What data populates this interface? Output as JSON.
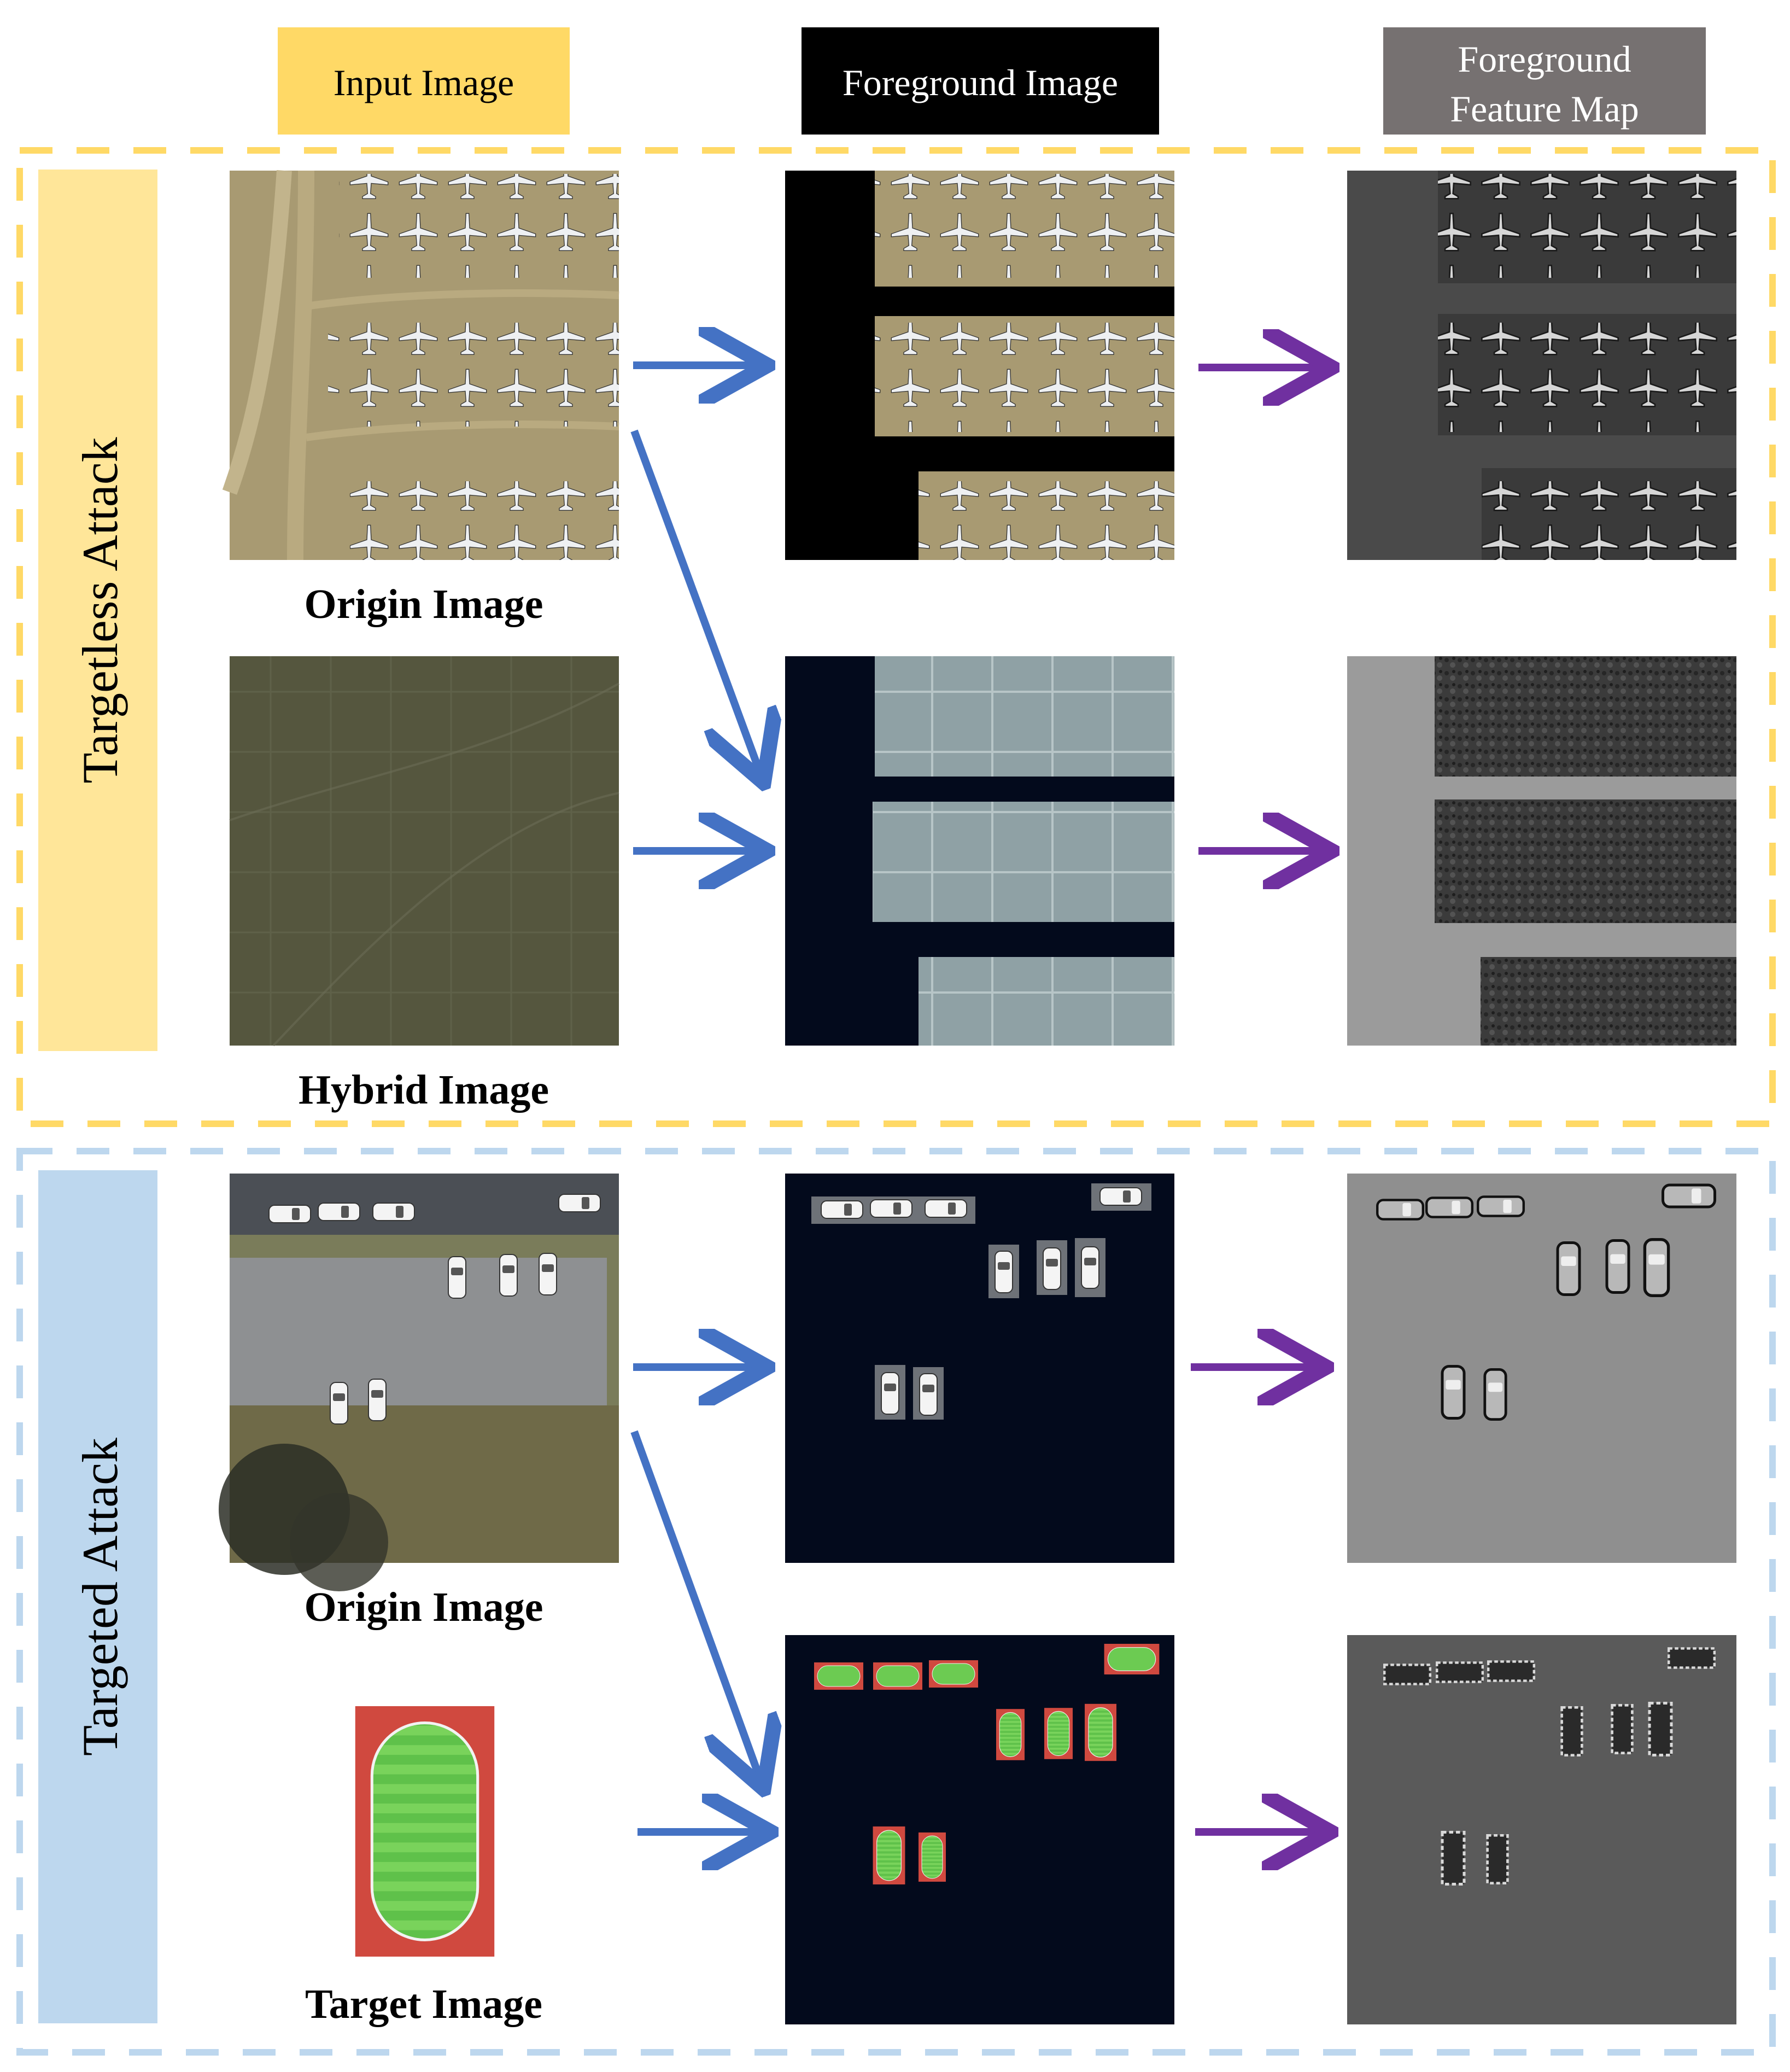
{
  "headers": {
    "input": "Input Image",
    "foreground": "Foreground Image",
    "feature_line1": "Foreground",
    "feature_line2": "Feature Map"
  },
  "sections": {
    "targetless": "Targetless Attack",
    "targeted": "Targeted Attack"
  },
  "captions": {
    "origin_1": "Origin Image",
    "hybrid": "Hybrid Image",
    "origin_2": "Origin Image",
    "target": "Target Image"
  },
  "colors": {
    "input_header": "#ffd966",
    "foreground_header": "#000000",
    "feature_header": "#767171",
    "targetless_panel": "#ffe699",
    "targeted_panel": "#bdd7ee",
    "blue_arrow": "#4472c4",
    "purple_arrow": "#7030a0",
    "terrain": "#a89a72",
    "dark_ground": "#55563e",
    "navy": "#030a1c",
    "gray_map": "#4a4a4a"
  },
  "icons": {
    "plane": "aircraft-icon",
    "car": "car-icon",
    "field": "sports-field-icon"
  }
}
